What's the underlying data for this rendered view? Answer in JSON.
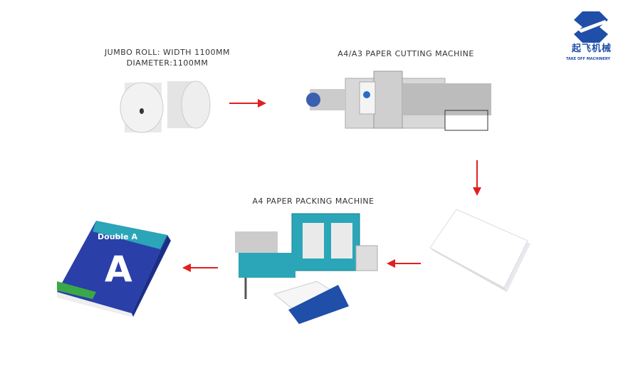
{
  "logo": {
    "cn": "起飞机械",
    "en": "TAKE OFF MACHINERY"
  },
  "steps": {
    "jumbo_roll": {
      "line1": "JUMBO ROLL: WIDTH 1100MM",
      "line2": "DIAMETER:1100MM"
    },
    "cutting": {
      "title": "A4/A3 PAPER CUTTING MACHINE"
    },
    "packing": {
      "title": "A4 PAPER PACKING MACHINE"
    },
    "ream": {
      "brand": "Double A",
      "letter": "A"
    }
  },
  "colors": {
    "arrow": "#e02020",
    "brand": "#1f4fa8",
    "machine": "#d8d8d8",
    "teal": "#2aa6b8"
  }
}
